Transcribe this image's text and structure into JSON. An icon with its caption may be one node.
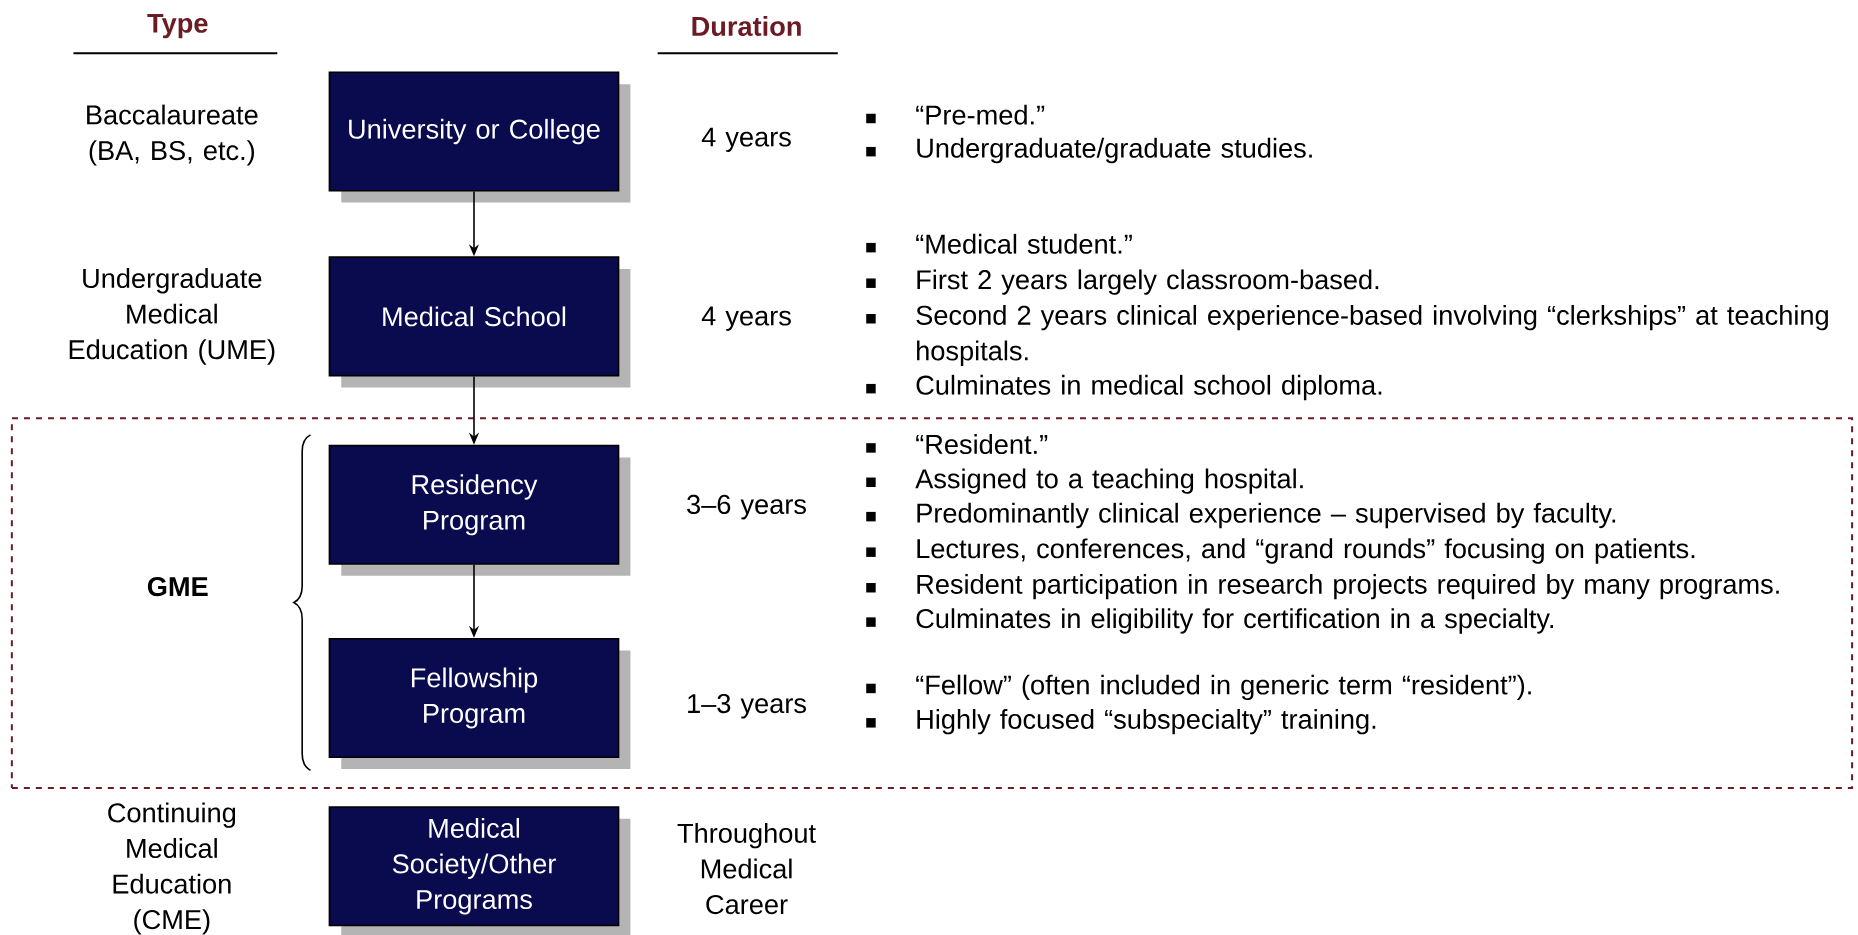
{
  "diagram": {
    "nodes": [
      {
        "text": [
          "University or College"
        ],
        "beside": [
          "Baccalaureate (BA, BS, etc.)",
          "4 years"
        ]
      },
      {
        "text": [
          "Medical School"
        ],
        "beside": [
          "Undergraduate Medical Education (UME)",
          "4 years"
        ]
      },
      {
        "text": [
          "GME"
        ]
      },
      {
        "text": [
          "Residency Program"
        ],
        "in": 2,
        "beside": [
          "3–6 years"
        ]
      },
      {
        "text": [
          "Fellowship Program"
        ],
        "in": 2,
        "beside": [
          "1–3 years"
        ]
      },
      {
        "text": [
          "Medical Society/Other Programs"
        ],
        "beside": [
          "Continuing Medical Education (CME)",
          "Throughout Medical Career"
        ]
      }
    ],
    "edges": [
      {
        "from": 0,
        "to": 1,
        "arrow": "to"
      },
      {
        "from": 1,
        "to": 3,
        "arrow": "to"
      },
      {
        "from": 3,
        "to": 4,
        "arrow": "to"
      }
    ],
    "labels": [
      "Type",
      "Duration",
      "“Pre-med.”",
      "Undergraduate/graduate studies.",
      "“Medical student.”",
      "First 2 years largely classroom-based.",
      "Second 2 years clinical experience-based involving “clerkships” at teaching hospitals.",
      "Culminates in medical school diploma.",
      "“Resident.”",
      "Assigned to a teaching hospital.",
      "Predominantly clinical experience – supervised by faculty.",
      "Lectures, conferences, and “grand rounds” focusing on patients.",
      "Resident participation in research projects required by many programs.",
      "Culminates in eligibility for certification in a specialty.",
      "“Fellow” (often included in generic term “resident”).",
      "Highly focused “subspecialty” training."
    ]
  }
}
